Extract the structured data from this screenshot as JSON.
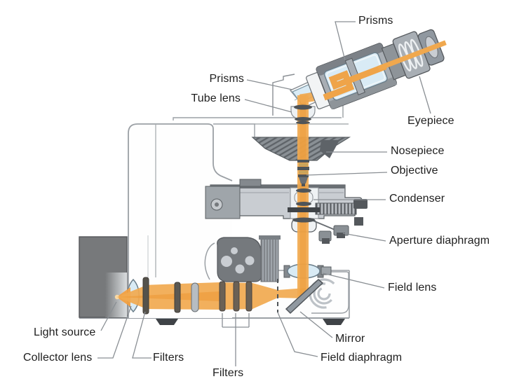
{
  "diagram": {
    "type": "annotated-illustration",
    "subject": "Compound microscope cutaway showing the illumination light path",
    "labels": [
      {
        "id": "prisms-top",
        "text": "Prisms"
      },
      {
        "id": "prisms-head",
        "text": "Prisms"
      },
      {
        "id": "tube-lens",
        "text": "Tube lens"
      },
      {
        "id": "eyepiece",
        "text": "Eyepiece"
      },
      {
        "id": "nosepiece",
        "text": "Nosepiece"
      },
      {
        "id": "objective",
        "text": "Objective"
      },
      {
        "id": "condenser",
        "text": "Condenser"
      },
      {
        "id": "aperture-diaphragm",
        "text": "Aperture diaphragm"
      },
      {
        "id": "field-lens",
        "text": "Field lens"
      },
      {
        "id": "mirror",
        "text": "Mirror"
      },
      {
        "id": "field-diaphragm",
        "text": "Field diaphragm"
      },
      {
        "id": "light-source",
        "text": "Light source"
      },
      {
        "id": "collector-lens",
        "text": "Collector lens"
      },
      {
        "id": "filters-1",
        "text": "Filters"
      },
      {
        "id": "filters-2",
        "text": "Filters"
      }
    ],
    "colors": {
      "light_beam": "#F0A449",
      "light_beam_core": "#EC9833",
      "lens_glass": "#D9EBF5",
      "metal_dark": "#6E7377",
      "metal_mid": "#A8AEB4",
      "metal_light": "#C9CDD2",
      "body_outline": "#9BA0A5",
      "leader_line": "#8A8F94",
      "label_text": "#1E1E1E",
      "background": "#FFFFFF"
    }
  }
}
